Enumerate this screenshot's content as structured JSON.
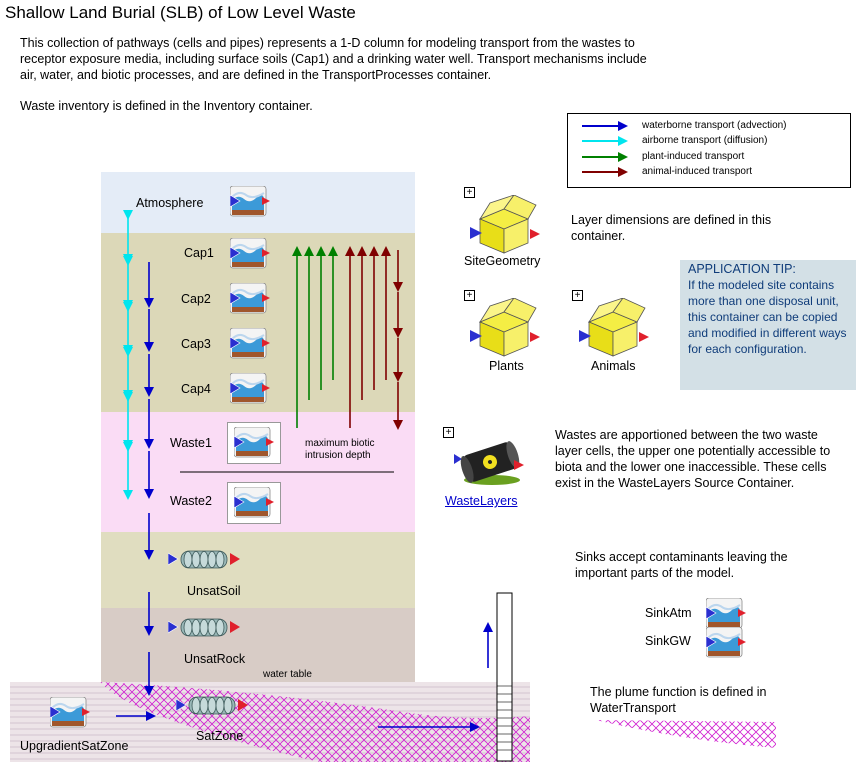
{
  "title": "Shallow Land Burial (SLB) of Low Level Waste",
  "description": "This collection of pathways (cells and pipes) represents a 1-D column for modeling transport from the wastes to receptor exposure media, including surface soils (Cap1) and a drinking water well. Transport mechanisms include air, water, and biotic processes, and are defined in the TransportProcesses container.",
  "inventory_note": "Waste inventory is defined in the Inventory container.",
  "legend": [
    {
      "label": "waterborne transport (advection)",
      "color": "#0000cc"
    },
    {
      "label": "airborne transport (diffusion)",
      "color": "#00e5ee"
    },
    {
      "label": "plant-induced transport",
      "color": "#008000"
    },
    {
      "label": "animal-induced transport",
      "color": "#800000"
    }
  ],
  "layers": {
    "atmosphere": "Atmosphere",
    "cap1": "Cap1",
    "cap2": "Cap2",
    "cap3": "Cap3",
    "cap4": "Cap4",
    "waste1": "Waste1",
    "waste2": "Waste2",
    "unsat_soil": "UnsatSoil",
    "unsat_rock": "UnsatRock",
    "sat_zone": "SatZone",
    "upgradient": "UpgradientSatZone"
  },
  "biotic_note": "maximum biotic intrusion depth",
  "water_table": "water table",
  "containers": {
    "site_geometry": "SiteGeometry",
    "site_geometry_note": "Layer dimensions are defined in this container.",
    "plants": "Plants",
    "animals": "Animals",
    "waste_layers": "WasteLayers",
    "waste_layers_note": "Wastes are apportioned between the two waste layer cells, the upper one potentially accessible to biota and the lower one inaccessible. These cells exist in the WasteLayers Source Container."
  },
  "tip": {
    "heading": "APPLICATION TIP:",
    "body": "If the modeled site contains more than one disposal unit, this container can be copied and modified in different ways for each configuration."
  },
  "sinks": {
    "note": "Sinks accept contaminants leaving the important parts of the model.",
    "atm": "SinkAtm",
    "gw": "SinkGW"
  },
  "plume_note": "The plume function is defined in WaterTransport",
  "colors": {
    "atmosphere_band": "#e4ecf7",
    "cap_band": "#dcd8b8",
    "waste_band": "#fadcf5",
    "unsat_soil_band": "#e0ddc0",
    "unsat_rock_band": "#d8ccc6",
    "sat_band": "#ede4e8",
    "plume": "#d020d0",
    "water": "#0000cc",
    "air": "#00e5ee",
    "plant": "#008000",
    "animal": "#800000",
    "tip_bg": "#d3e0e6"
  }
}
